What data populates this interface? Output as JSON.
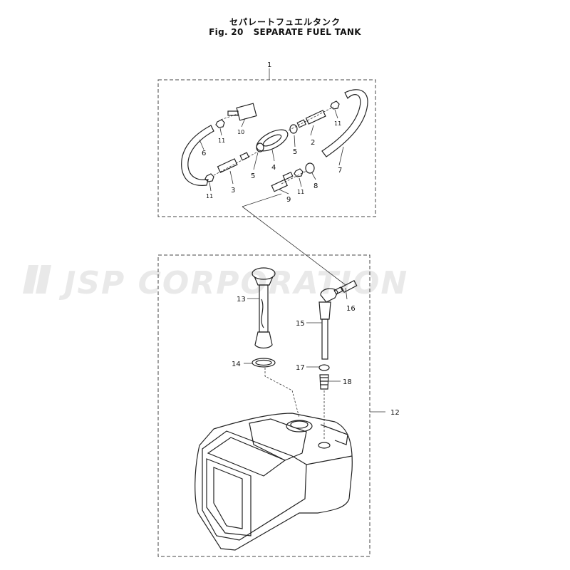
{
  "figure": {
    "title_jp": "セパレートフュエルタンク",
    "fig_label": "Fig. 20",
    "title_en": "SEPARATE FUEL TANK"
  },
  "watermark": "JSP CORPORATION",
  "callouts": {
    "p1": "1",
    "p2": "2",
    "p3": "3",
    "p4": "4",
    "p5a": "5",
    "p5b": "5",
    "p6": "6",
    "p7": "7",
    "p8": "8",
    "p9": "9",
    "p10": "10",
    "p11a": "11",
    "p11b": "11",
    "p11c": "11",
    "p11d": "11",
    "p12": "12",
    "p13": "13",
    "p14": "14",
    "p15": "15",
    "p16": "16",
    "p17": "17",
    "p18": "18"
  }
}
